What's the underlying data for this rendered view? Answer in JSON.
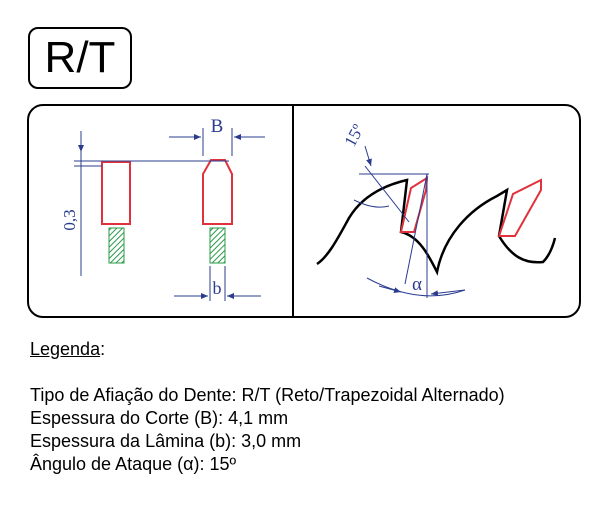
{
  "badge": {
    "label": "R/T"
  },
  "diagram": {
    "left": {
      "dim_thickness": "0,3",
      "dim_B": "B",
      "dim_b": "b"
    },
    "right": {
      "angle_top": "15º",
      "angle_bottom": "α"
    },
    "colors": {
      "tooth_outline": "#e0323c",
      "dimension_line": "#2b3c8f",
      "blade_hatch": "#2a9a4a"
    }
  },
  "legend": {
    "title": "Legenda",
    "title_suffix": ":",
    "lines": [
      "Tipo de Afiação do Dente: R/T (Reto/Trapezoidal Alternado)",
      "Espessura do Corte (B): 4,1 mm",
      "Espessura da Lâmina (b): 3,0 mm",
      "Ângulo de Ataque (α): 15º"
    ]
  }
}
